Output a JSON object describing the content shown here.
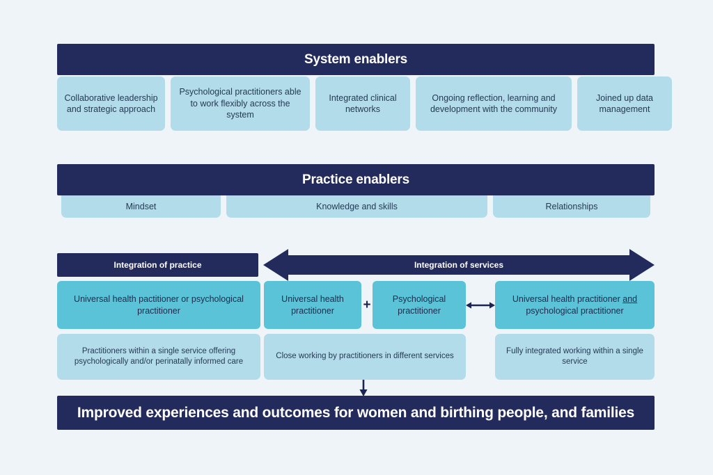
{
  "background_color": "#eef4f7",
  "palette": {
    "navy": "#232b5c",
    "light_blue": "#b2dcea",
    "teal": "#5ac3d7",
    "text_dark": "#243a54",
    "text_light": "#ffffff"
  },
  "system_enablers": {
    "title": "System enablers",
    "items": [
      {
        "label": "Collaborative leadership and strategic approach",
        "width_pct": 18.0
      },
      {
        "label": "Psychological practitioners able to work flexibly across the system",
        "width_pct": 23.2
      },
      {
        "label": "Integrated clinical networks",
        "width_pct": 15.8
      },
      {
        "label": "Ongoing reflection, learning and development with the community",
        "width_pct": 26.0
      },
      {
        "label": "Joined up data management",
        "width_pct": 15.8
      }
    ]
  },
  "practice_enablers": {
    "title": "Practice enablers",
    "items": [
      {
        "label": "Mindset",
        "width_pct": 26.8
      },
      {
        "label": "Knowledge and skills",
        "width_pct": 44.0
      },
      {
        "label": "Relationships",
        "width_pct": 26.8
      }
    ]
  },
  "integration": {
    "practice_label": "Integration of practice",
    "services_label": "Integration of services",
    "services_arrow_direction": "double"
  },
  "model_row": {
    "boxes": [
      {
        "label": "Universal health pactitioner or psychological practitioner",
        "underline": ""
      },
      {
        "label": "Universal health practitioner",
        "underline": ""
      },
      {
        "label": "Psychological practitioner",
        "underline": ""
      },
      {
        "label": "Universal health practitioner and psychological practitioner",
        "underline": "and"
      }
    ],
    "connector_plus": "+",
    "connector_arrow": "double-headed-arrow"
  },
  "description_row": {
    "items": [
      "Practitioners within a single service offering psychologically and/or perinatally informed care",
      "Close working by practitioners in different services",
      "Fully integrated working within a single service"
    ]
  },
  "outcome": {
    "text": "Improved experiences and outcomes for women and birthing people, and families"
  }
}
